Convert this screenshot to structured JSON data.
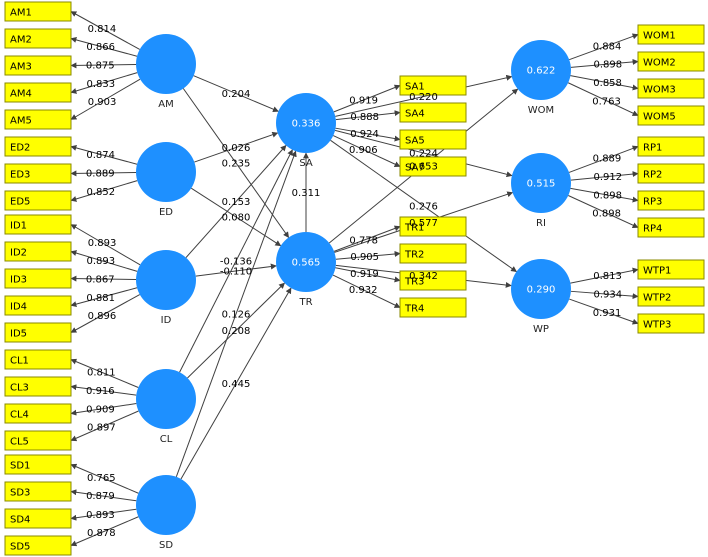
{
  "colors": {
    "construct": "#1e90ff",
    "indicator": "#ffff00",
    "edge": "#404040"
  },
  "constructs": [
    {
      "id": "AM",
      "name": "AM",
      "value": ""
    },
    {
      "id": "ED",
      "name": "ED",
      "value": ""
    },
    {
      "id": "ID",
      "name": "ID",
      "value": ""
    },
    {
      "id": "CL",
      "name": "CL",
      "value": ""
    },
    {
      "id": "SD",
      "name": "SD",
      "value": ""
    },
    {
      "id": "SA",
      "name": "SA",
      "value": "0.336"
    },
    {
      "id": "TR",
      "name": "TR",
      "value": "0.565"
    },
    {
      "id": "WOM",
      "name": "WOM",
      "value": "0.622"
    },
    {
      "id": "RI",
      "name": "RI",
      "value": "0.515"
    },
    {
      "id": "WP",
      "name": "WP",
      "value": "0.290"
    }
  ],
  "indicators": [
    {
      "id": "AM1",
      "label": "AM1"
    },
    {
      "id": "AM2",
      "label": "AM2"
    },
    {
      "id": "AM3",
      "label": "AM3"
    },
    {
      "id": "AM4",
      "label": "AM4"
    },
    {
      "id": "AM5",
      "label": "AM5"
    },
    {
      "id": "ED2",
      "label": "ED2"
    },
    {
      "id": "ED3",
      "label": "ED3"
    },
    {
      "id": "ED5",
      "label": "ED5"
    },
    {
      "id": "ID1",
      "label": "ID1"
    },
    {
      "id": "ID2",
      "label": "ID2"
    },
    {
      "id": "ID3",
      "label": "ID3"
    },
    {
      "id": "ID4",
      "label": "ID4"
    },
    {
      "id": "ID5",
      "label": "ID5"
    },
    {
      "id": "CL1",
      "label": "CL1"
    },
    {
      "id": "CL3",
      "label": "CL3"
    },
    {
      "id": "CL4",
      "label": "CL4"
    },
    {
      "id": "CL5",
      "label": "CL5"
    },
    {
      "id": "SD1",
      "label": "SD1"
    },
    {
      "id": "SD3",
      "label": "SD3"
    },
    {
      "id": "SD4",
      "label": "SD4"
    },
    {
      "id": "SD5",
      "label": "SD5"
    },
    {
      "id": "SA1",
      "label": "SA1"
    },
    {
      "id": "SA4",
      "label": "SA4"
    },
    {
      "id": "SA5",
      "label": "SA5"
    },
    {
      "id": "SA7",
      "label": "SA7"
    },
    {
      "id": "TR1",
      "label": "TR1"
    },
    {
      "id": "TR2",
      "label": "TR2"
    },
    {
      "id": "TR3",
      "label": "TR3"
    },
    {
      "id": "TR4",
      "label": "TR4"
    },
    {
      "id": "WOM1",
      "label": "WOM1"
    },
    {
      "id": "WOM2",
      "label": "WOM2"
    },
    {
      "id": "WOM3",
      "label": "WOM3"
    },
    {
      "id": "WOM5",
      "label": "WOM5"
    },
    {
      "id": "RP1",
      "label": "RP1"
    },
    {
      "id": "RP2",
      "label": "RP2"
    },
    {
      "id": "RP3",
      "label": "RP3"
    },
    {
      "id": "RP4",
      "label": "RP4"
    },
    {
      "id": "WTP1",
      "label": "WTP1"
    },
    {
      "id": "WTP2",
      "label": "WTP2"
    },
    {
      "id": "WTP3",
      "label": "WTP3"
    }
  ],
  "loadings": [
    {
      "construct": "AM",
      "indicator": "AM1",
      "value": "0.814"
    },
    {
      "construct": "AM",
      "indicator": "AM2",
      "value": "0.866"
    },
    {
      "construct": "AM",
      "indicator": "AM3",
      "value": "0.875"
    },
    {
      "construct": "AM",
      "indicator": "AM4",
      "value": "0.833"
    },
    {
      "construct": "AM",
      "indicator": "AM5",
      "value": "0.903"
    },
    {
      "construct": "ED",
      "indicator": "ED2",
      "value": "0.874"
    },
    {
      "construct": "ED",
      "indicator": "ED3",
      "value": "0.889"
    },
    {
      "construct": "ED",
      "indicator": "ED5",
      "value": "0.852"
    },
    {
      "construct": "ID",
      "indicator": "ID1",
      "value": "0.893"
    },
    {
      "construct": "ID",
      "indicator": "ID2",
      "value": "0.893"
    },
    {
      "construct": "ID",
      "indicator": "ID3",
      "value": "0.867"
    },
    {
      "construct": "ID",
      "indicator": "ID4",
      "value": "0.881"
    },
    {
      "construct": "ID",
      "indicator": "ID5",
      "value": "0.896"
    },
    {
      "construct": "CL",
      "indicator": "CL1",
      "value": "0.811"
    },
    {
      "construct": "CL",
      "indicator": "CL3",
      "value": "0.916"
    },
    {
      "construct": "CL",
      "indicator": "CL4",
      "value": "0.909"
    },
    {
      "construct": "CL",
      "indicator": "CL5",
      "value": "0.897"
    },
    {
      "construct": "SD",
      "indicator": "SD1",
      "value": "0.765"
    },
    {
      "construct": "SD",
      "indicator": "SD3",
      "value": "0.879"
    },
    {
      "construct": "SD",
      "indicator": "SD4",
      "value": "0.893"
    },
    {
      "construct": "SD",
      "indicator": "SD5",
      "value": "0.878"
    },
    {
      "construct": "SA",
      "indicator": "SA1",
      "value": "0.919"
    },
    {
      "construct": "SA",
      "indicator": "SA4",
      "value": "0.888"
    },
    {
      "construct": "SA",
      "indicator": "SA5",
      "value": "0.924"
    },
    {
      "construct": "SA",
      "indicator": "SA7",
      "value": "0.906"
    },
    {
      "construct": "TR",
      "indicator": "TR1",
      "value": "0.778"
    },
    {
      "construct": "TR",
      "indicator": "TR2",
      "value": "0.905"
    },
    {
      "construct": "TR",
      "indicator": "TR3",
      "value": "0.919"
    },
    {
      "construct": "TR",
      "indicator": "TR4",
      "value": "0.932"
    },
    {
      "construct": "WOM",
      "indicator": "WOM1",
      "value": "0.884"
    },
    {
      "construct": "WOM",
      "indicator": "WOM2",
      "value": "0.898"
    },
    {
      "construct": "WOM",
      "indicator": "WOM3",
      "value": "0.858"
    },
    {
      "construct": "WOM",
      "indicator": "WOM5",
      "value": "0.763"
    },
    {
      "construct": "RI",
      "indicator": "RP1",
      "value": "0.889"
    },
    {
      "construct": "RI",
      "indicator": "RP2",
      "value": "0.912"
    },
    {
      "construct": "RI",
      "indicator": "RP3",
      "value": "0.898"
    },
    {
      "construct": "RI",
      "indicator": "RP4",
      "value": "0.898"
    },
    {
      "construct": "WP",
      "indicator": "WTP1",
      "value": "0.813"
    },
    {
      "construct": "WP",
      "indicator": "WTP2",
      "value": "0.934"
    },
    {
      "construct": "WP",
      "indicator": "WTP3",
      "value": "0.931"
    }
  ],
  "paths": [
    {
      "from": "AM",
      "to": "SA",
      "value": "0.204"
    },
    {
      "from": "AM",
      "to": "TR",
      "value": "0.235"
    },
    {
      "from": "ED",
      "to": "SA",
      "value": "0.026"
    },
    {
      "from": "ED",
      "to": "TR",
      "value": "0.080"
    },
    {
      "from": "ID",
      "to": "SA",
      "value": "0.153"
    },
    {
      "from": "ID",
      "to": "TR",
      "value": "-0.110"
    },
    {
      "from": "CL",
      "to": "SA",
      "value": "-0.136"
    },
    {
      "from": "CL",
      "to": "TR",
      "value": "0.208"
    },
    {
      "from": "SD",
      "to": "SA",
      "value": "0.126"
    },
    {
      "from": "SD",
      "to": "TR",
      "value": "0.445"
    },
    {
      "from": "TR",
      "to": "SA",
      "value": "0.311"
    },
    {
      "from": "SA",
      "to": "WOM",
      "value": "0.220"
    },
    {
      "from": "TR",
      "to": "WOM",
      "value": "0.653"
    },
    {
      "from": "SA",
      "to": "RI",
      "value": "0.224"
    },
    {
      "from": "TR",
      "to": "RI",
      "value": "0.577"
    },
    {
      "from": "SA",
      "to": "WP",
      "value": "0.276"
    },
    {
      "from": "TR",
      "to": "WP",
      "value": "0.342"
    }
  ]
}
